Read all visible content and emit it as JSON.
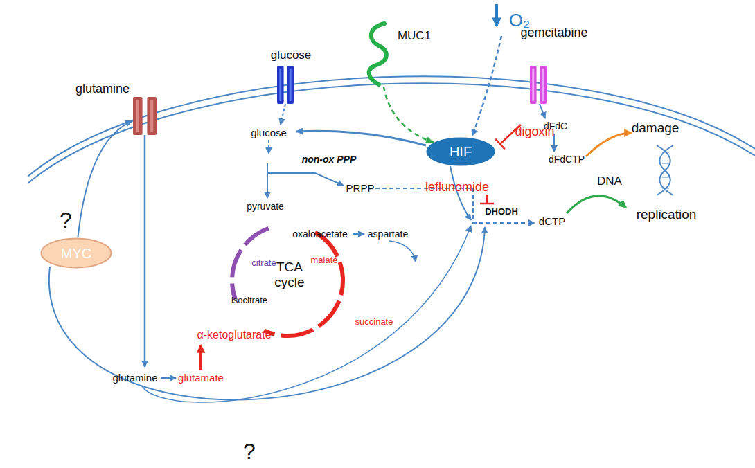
{
  "diagram": {
    "nodes": [
      {
        "text": [
          "glutamine"
        ]
      },
      {
        "text": [
          "glucose"
        ]
      },
      {
        "text": [
          "MUC1"
        ]
      },
      {
        "text": [
          "HIF"
        ]
      },
      {
        "text": [
          "MYC"
        ]
      },
      {
        "text": [
          "gemcitabine"
        ]
      }
    ],
    "edges": [
      {
        "from": 4,
        "to": 0,
        "arrow": "to",
        "label": "?"
      },
      {
        "from": 2,
        "to": 3,
        "arrow": "to"
      }
    ],
    "labels": [
      "glucose",
      "non-ox PPP",
      "PRPP",
      "pyruvate",
      "oxaloacetate",
      "aspartate",
      "citrate",
      "TCA cycle",
      "malate",
      "isocitrate",
      "succinate",
      "α-ketoglutarate",
      "glutamine",
      "glutamate",
      "O₂",
      "digoxin",
      "leflunomide",
      "DHODH",
      "dFdC",
      "dFdCTP",
      "damage",
      "DNA",
      "dCTP",
      "replication",
      "?"
    ]
  }
}
